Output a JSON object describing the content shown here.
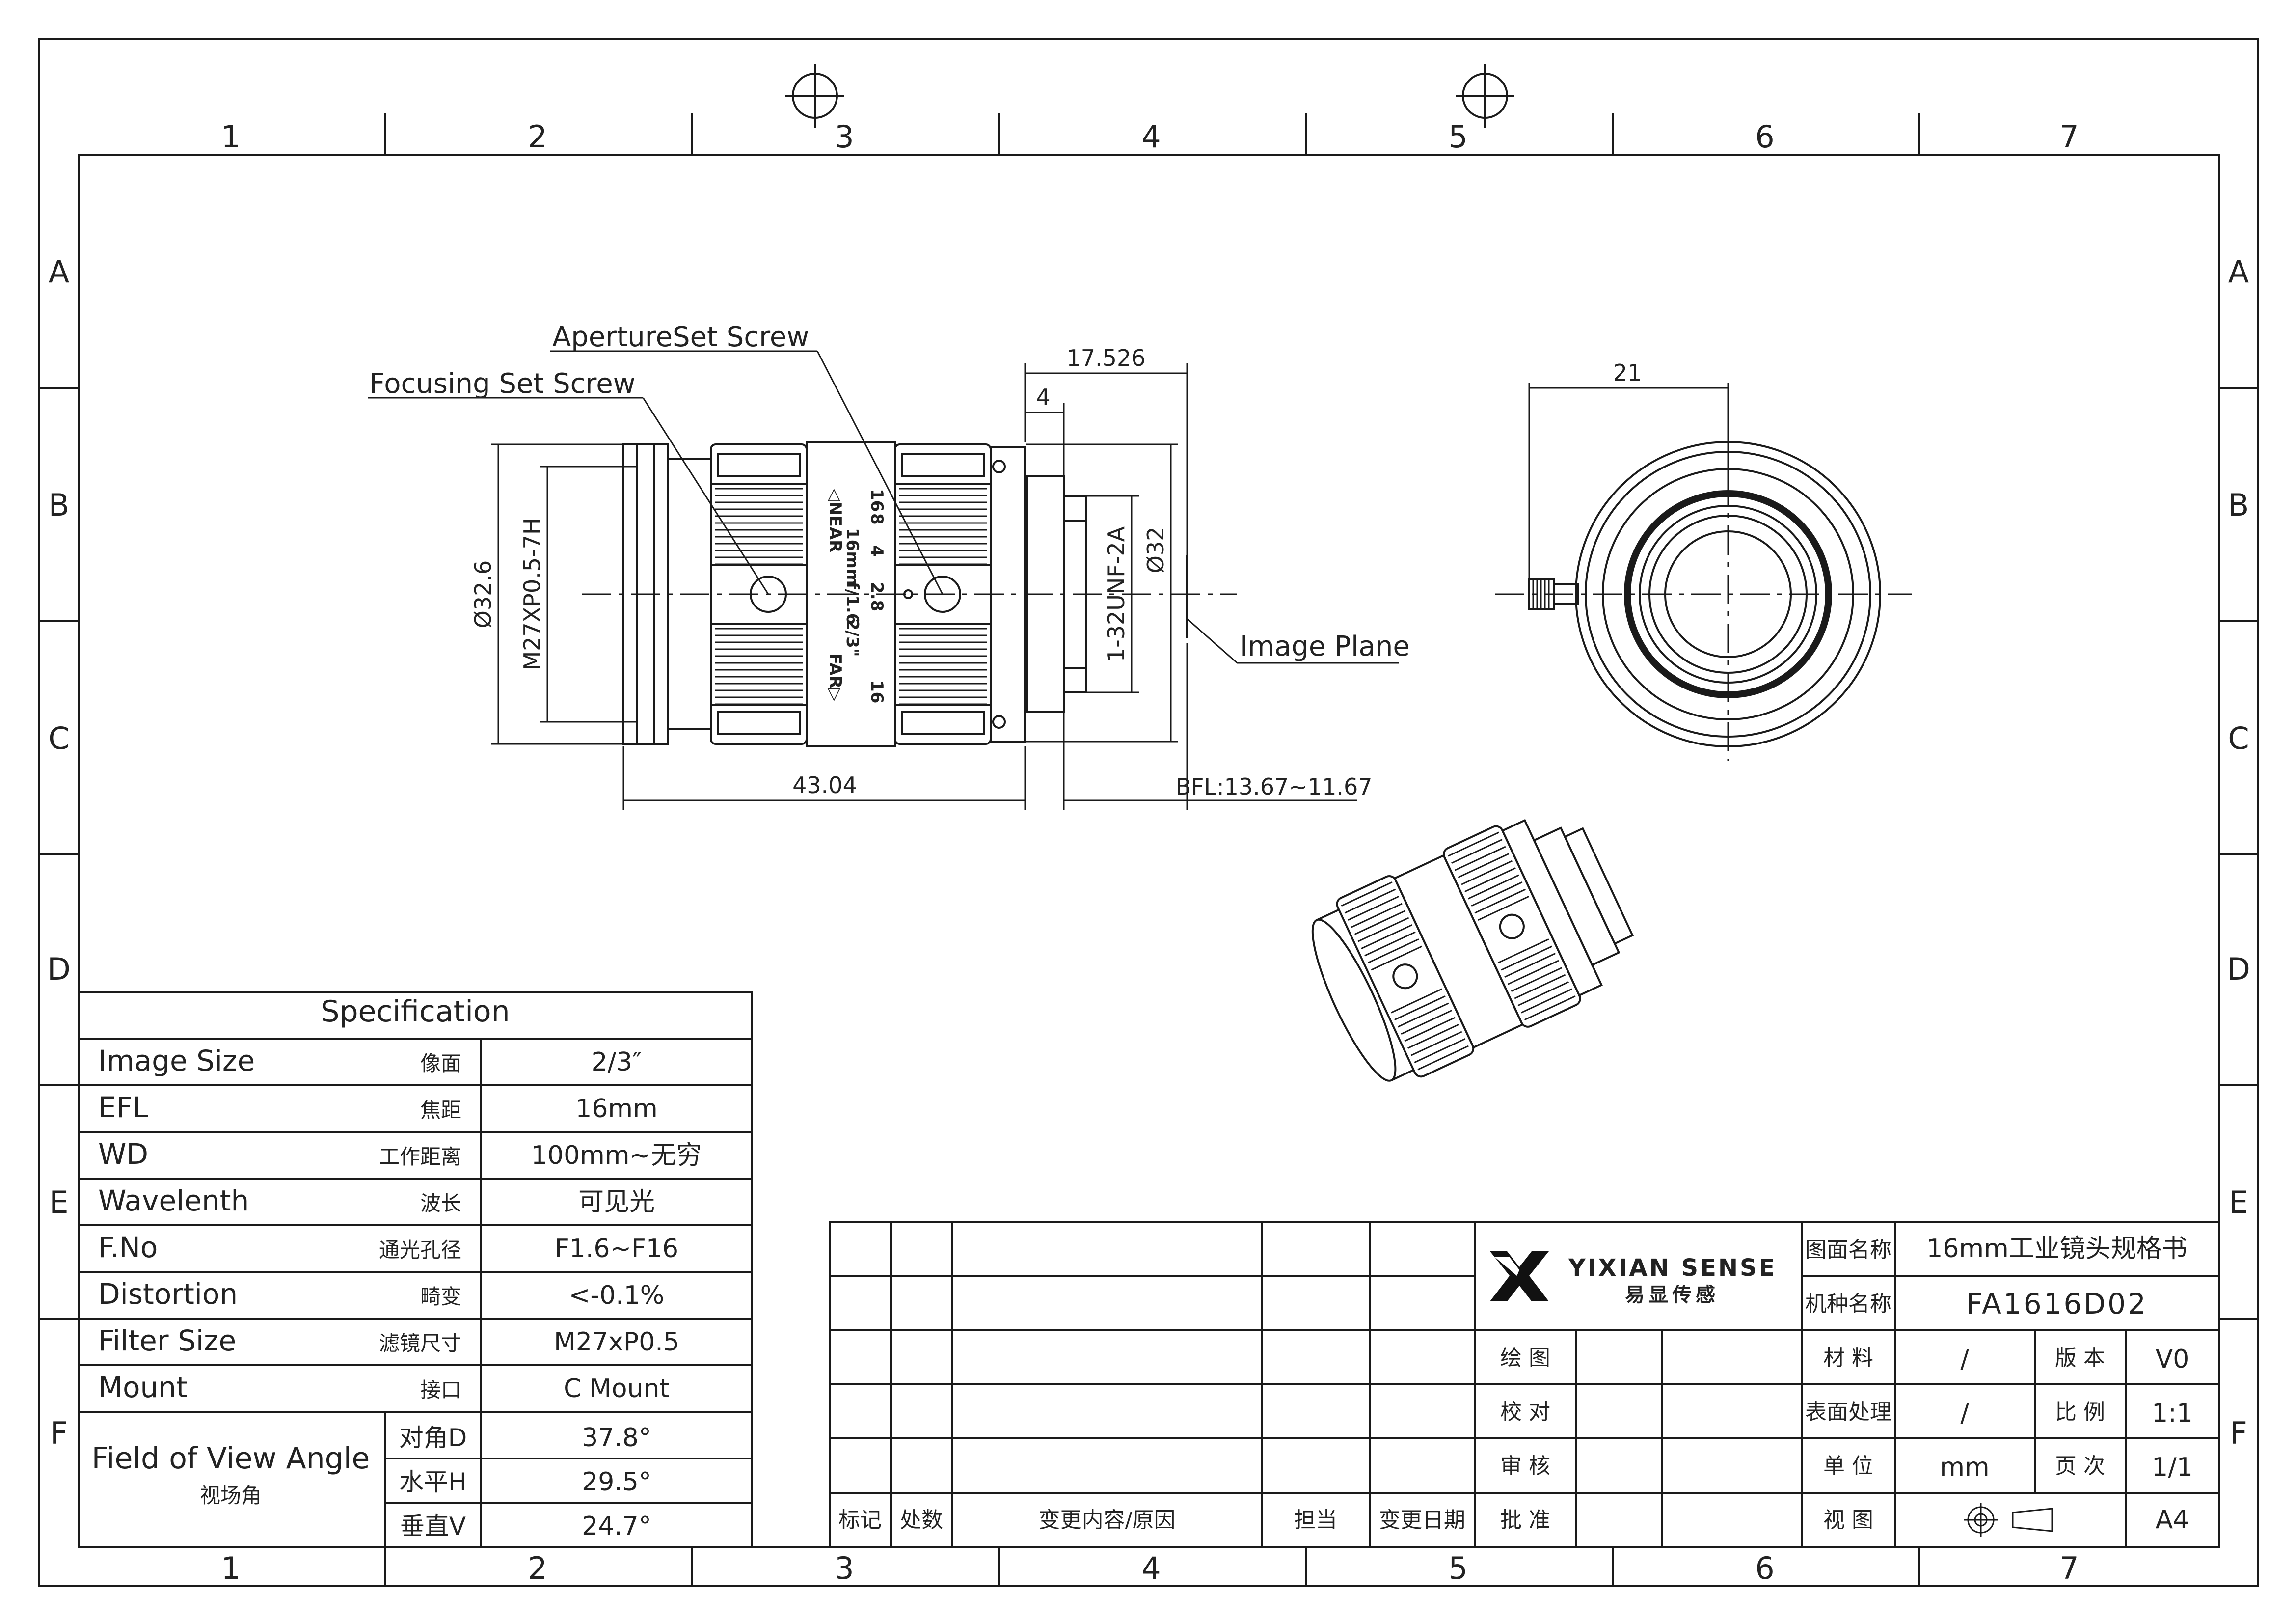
{
  "zones": {
    "columns": [
      "1",
      "2",
      "3",
      "4",
      "5",
      "6",
      "7"
    ],
    "rows": [
      "A",
      "B",
      "C",
      "D",
      "E",
      "F"
    ]
  },
  "callouts": {
    "aperture_screw": "ApertureSet Screw",
    "focus_screw": "Focusing Set Screw",
    "image_plane": "Image Plane"
  },
  "dimensions": {
    "flange_17": "17.526",
    "four": "4",
    "dia_326": "Ø32.6",
    "thread_m27": "M27XP0.5-7H",
    "thread_unf": "1-32UNF-2A",
    "dia_32": "Ø32",
    "len_4304": "43.04",
    "bfl": "BFL:13.67~11.67",
    "front_21": "21"
  },
  "lens_markings": {
    "near": "◁NEAR",
    "far": "FAR▷",
    "focal": "16mm",
    "fnum": "f/1.6",
    "format": "2/3\"",
    "ap_16": "16",
    "ap_8": "8",
    "ap_4": "4",
    "ap_28": "2.8",
    "ap_16b": "16"
  },
  "spec": {
    "title": "Specification",
    "rows": [
      {
        "en": "Image Size",
        "cn": "像面",
        "val": "2/3″"
      },
      {
        "en": "EFL",
        "cn": "焦距",
        "val": "16mm"
      },
      {
        "en": "WD",
        "cn": "工作距离",
        "val": "100mm~无穷"
      },
      {
        "en": "Wavelenth",
        "cn": "波长",
        "val": "可见光"
      },
      {
        "en": "F.No",
        "cn": "通光孔径",
        "val": "F1.6~F16"
      },
      {
        "en": "Distortion",
        "cn": "畸变",
        "val": "<-0.1%"
      },
      {
        "en": "Filter Size",
        "cn": "滤镜尺寸",
        "val": "M27xP0.5"
      },
      {
        "en": "Mount",
        "cn": "接口",
        "val": "C Mount"
      }
    ],
    "fov": {
      "en": "Field of View Angle",
      "cn": "视场角",
      "rows": [
        {
          "k": "对角D",
          "v": "37.8°"
        },
        {
          "k": "水平H",
          "v": "29.5°"
        },
        {
          "k": "垂直V",
          "v": "24.7°"
        }
      ]
    }
  },
  "title_block": {
    "brand": "YIXIAN SENSE",
    "brand_cn": "易显传感",
    "rev_headers": [
      "标记",
      "处数",
      "变更内容/原因",
      "担当",
      "变更日期"
    ],
    "drawing_name_label": "图面名称",
    "drawing_name": "16mm工业镜头规格书",
    "model_label": "机种名称",
    "model": "FA1616D02",
    "sign_labels": [
      "绘 图",
      "校 对",
      "审 核",
      "批 准"
    ],
    "material_label": "材 料",
    "material": "/",
    "version_label": "版 本",
    "version": "V0",
    "surface_label": "表面处理",
    "surface": "/",
    "scale_label": "比 例",
    "scale": "1:1",
    "unit_label": "单 位",
    "unit": "mm",
    "page_label": "页 次",
    "page": "1/1",
    "view_label": "视 图",
    "size": "A4"
  },
  "colors": {
    "line": "#1a1a1a",
    "paper": "#ffffff"
  }
}
